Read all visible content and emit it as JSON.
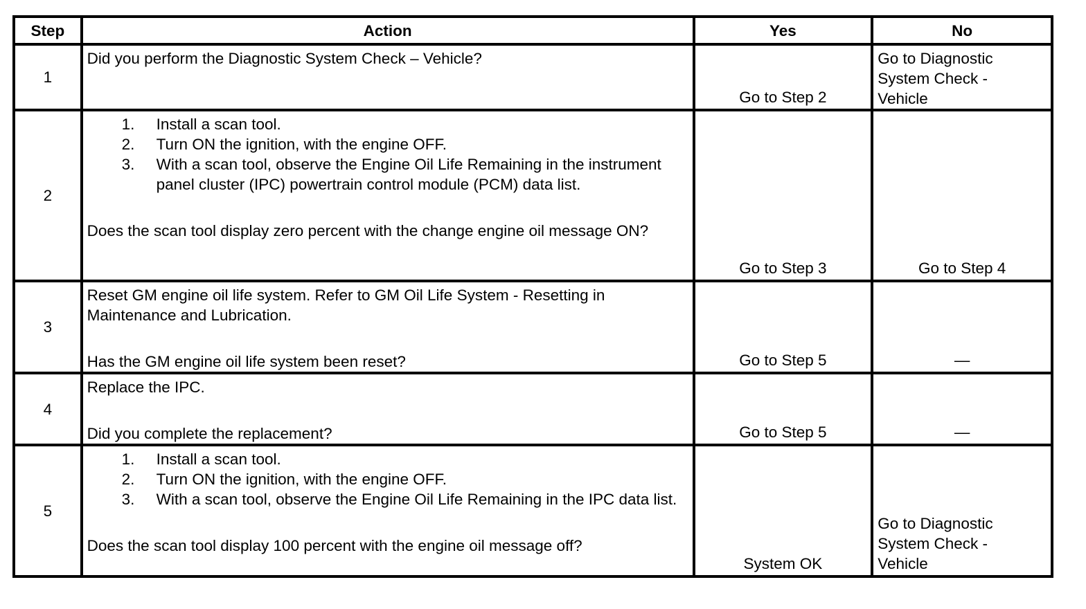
{
  "headers": {
    "step": "Step",
    "action": "Action",
    "yes": "Yes",
    "no": "No"
  },
  "rows": [
    {
      "step": "1",
      "action_text": "Did you perform the Diagnostic System Check – Vehicle?",
      "yes": "Go to Step 2",
      "no": [
        "Go to Diagnostic",
        "System Check -",
        "Vehicle"
      ]
    },
    {
      "step": "2",
      "action_items": [
        {
          "num": "1.",
          "text": "Install a scan tool."
        },
        {
          "num": "2.",
          "text": "Turn ON the ignition, with the engine OFF."
        },
        {
          "num": "3.",
          "text": "With a scan tool, observe the Engine Oil Life Remaining in the instrument panel cluster (IPC) powertrain control module (PCM) data list."
        }
      ],
      "question": "Does the scan tool display zero percent with the change engine oil message ON?",
      "yes": "Go to Step 3",
      "no": "Go to Step 4"
    },
    {
      "step": "3",
      "action_text": "Reset GM engine oil life system. Refer to GM Oil Life System - Resetting in Maintenance and Lubrication.",
      "question": "Has the GM engine oil life system been reset?",
      "yes": "Go to Step 5",
      "no": "—"
    },
    {
      "step": "4",
      "action_text": "Replace the IPC.",
      "question": "Did you complete the replacement?",
      "yes": "Go to Step 5",
      "no": "—"
    },
    {
      "step": "5",
      "action_items": [
        {
          "num": "1.",
          "text": "Install a scan tool."
        },
        {
          "num": "2.",
          "text": "Turn ON the ignition, with the engine OFF."
        },
        {
          "num": "3.",
          "text": "With a scan tool, observe the Engine Oil Life Remaining in the IPC data list."
        }
      ],
      "question": "Does the scan tool display 100 percent with the engine oil message off?",
      "yes": "System OK",
      "no": [
        "Go to Diagnostic",
        "System Check -",
        "Vehicle"
      ]
    }
  ]
}
